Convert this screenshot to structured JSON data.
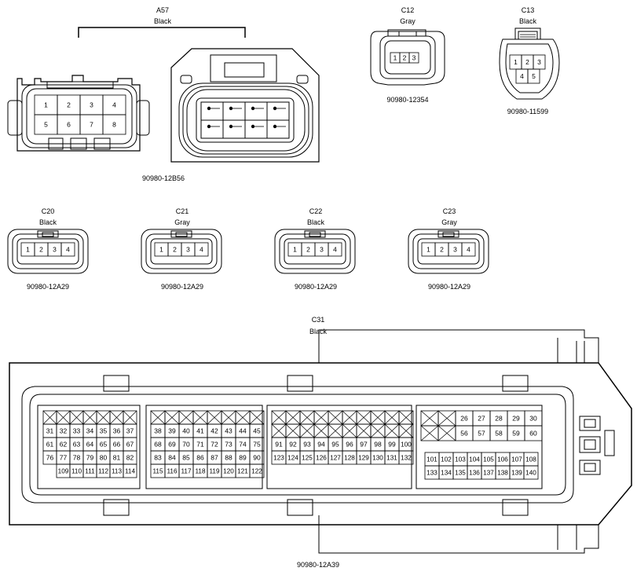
{
  "connectors": {
    "a57": {
      "id": "A57",
      "color": "Black",
      "part_number": "90980-12B56",
      "pins": [
        "1",
        "2",
        "3",
        "4",
        "5",
        "6",
        "7",
        "8"
      ]
    },
    "c12": {
      "id": "C12",
      "color": "Gray",
      "part_number": "90980-12354",
      "pins": [
        "1",
        "2",
        "3"
      ]
    },
    "c13": {
      "id": "C13",
      "color": "Black",
      "part_number": "90980-11599",
      "pins": [
        "1",
        "2",
        "3",
        "4",
        "5"
      ]
    },
    "c20": {
      "id": "C20",
      "color": "Black",
      "part_number": "90980-12A29",
      "pins": [
        "1",
        "2",
        "3",
        "4"
      ]
    },
    "c21": {
      "id": "C21",
      "color": "Gray",
      "part_number": "90980-12A29",
      "pins": [
        "1",
        "2",
        "3",
        "4"
      ]
    },
    "c22": {
      "id": "C22",
      "color": "Black",
      "part_number": "90980-12A29",
      "pins": [
        "1",
        "2",
        "3",
        "4"
      ]
    },
    "c23": {
      "id": "C23",
      "color": "Gray",
      "part_number": "90980-12A29",
      "pins": [
        "1",
        "2",
        "3",
        "4"
      ]
    },
    "c31": {
      "id": "C31",
      "color": "Black",
      "part_number": "90980-12A39",
      "block1": {
        "rows": [
          [
            "X",
            "X",
            "X",
            "X",
            "X",
            "X",
            "X"
          ],
          [
            "31",
            "32",
            "33",
            "34",
            "35",
            "36",
            "37"
          ],
          [
            "61",
            "62",
            "63",
            "64",
            "65",
            "66",
            "67"
          ],
          [
            "76",
            "77",
            "78",
            "79",
            "80",
            "81",
            "82"
          ],
          [
            "",
            "109",
            "110",
            "111",
            "112",
            "113",
            "114"
          ]
        ]
      },
      "block2": {
        "rows": [
          [
            "X",
            "X",
            "X",
            "X",
            "X",
            "X",
            "X",
            "X"
          ],
          [
            "38",
            "39",
            "40",
            "41",
            "42",
            "43",
            "44",
            "45"
          ],
          [
            "68",
            "69",
            "70",
            "71",
            "72",
            "73",
            "74",
            "75"
          ],
          [
            "83",
            "84",
            "85",
            "86",
            "87",
            "88",
            "89",
            "90"
          ],
          [
            "115",
            "116",
            "117",
            "118",
            "119",
            "120",
            "121",
            "122"
          ]
        ]
      },
      "block3": {
        "rows": [
          [
            "X",
            "X",
            "X",
            "X",
            "X",
            "X",
            "X",
            "X",
            "X",
            "X"
          ],
          [
            "X",
            "X",
            "X",
            "X",
            "X",
            "X",
            "X",
            "X",
            "X",
            "X"
          ],
          [
            "91",
            "92",
            "93",
            "94",
            "95",
            "96",
            "97",
            "98",
            "99",
            "100"
          ],
          [
            "123",
            "124",
            "125",
            "126",
            "127",
            "128",
            "129",
            "130",
            "131",
            "132"
          ]
        ]
      },
      "block4a": {
        "rows": [
          [
            "X",
            "X",
            "26",
            "27",
            "28",
            "29",
            "30"
          ],
          [
            "X",
            "X",
            "56",
            "57",
            "58",
            "59",
            "60"
          ]
        ]
      },
      "block4b": {
        "rows": [
          [
            "101",
            "102",
            "103",
            "104",
            "105",
            "106",
            "107",
            "108"
          ],
          [
            "133",
            "134",
            "135",
            "136",
            "137",
            "138",
            "139",
            "140"
          ]
        ]
      }
    }
  }
}
